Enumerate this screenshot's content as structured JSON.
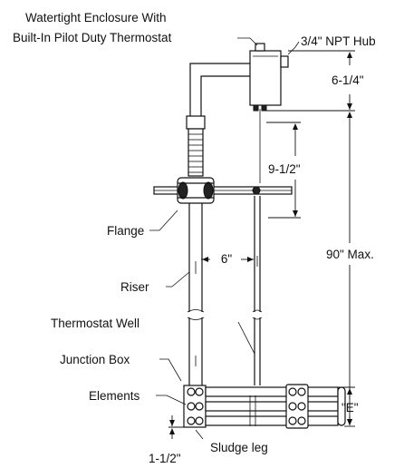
{
  "labels": {
    "enclosure_line1": "Watertight Enclosure With",
    "enclosure_line2": "Built-In Pilot Duty Thermostat",
    "npt_hub": "3/4\" NPT Hub",
    "dim_top": "6-1/4\"",
    "dim_mid": "9-1/2\"",
    "dim_total": "90\" Max.",
    "dim_spacing": "6\"",
    "flange": "Flange",
    "riser": "Riser",
    "thermostat_well": "Thermostat Well",
    "junction_box": "Junction Box",
    "elements": "Elements",
    "dim_e": "\"E\"",
    "dim_bottom": "1-1/2\"",
    "sludge_leg": "Sludge leg"
  }
}
